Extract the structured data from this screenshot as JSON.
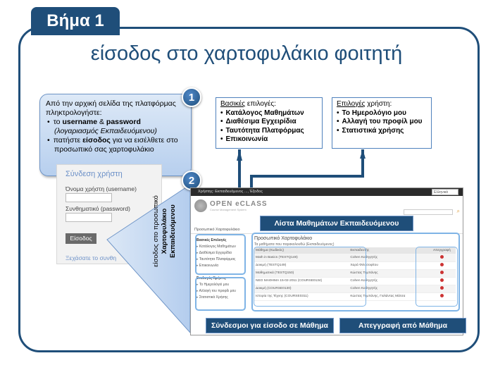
{
  "step_label": "Βήμα 1",
  "title": "είσοδος στο χαρτοφυλάκιο φοιτητή",
  "callout": {
    "line1": "Από την αρχική σελίδα της πλατφόρμας πληκτρολογήστε:",
    "item1_pre": "το ",
    "item1_b1": "username",
    "item1_mid": " & ",
    "item1_b2": "password",
    "item1_note": "(λογαριασμός Εκπαιδευόμενου)",
    "item2_pre": "πατήστε ",
    "item2_b": "είσοδος",
    "item2_post": " για να εισέλθετε στο προσωπικό σας χαρτοφυλάκιο"
  },
  "badges": {
    "one": "1",
    "two": "2"
  },
  "login": {
    "title": "Σύνδεση χρήστη",
    "username_label": "Όνομα χρήστη (username)",
    "password_label": "Συνθηματικό (password)",
    "button": "Είσοδος",
    "forgot": "Ξεχάσατε το συνθη"
  },
  "vertical_caption": {
    "line1": "είσοδος στο προσωπικό",
    "line2": "Χαρτοφυλάκιο",
    "line3": "Εκπαιδευόμενου"
  },
  "basic_options": {
    "heading_u": "Βασικές",
    "heading_rest": " επιλογές:",
    "items": [
      "Κατάλογος Μαθημάτων",
      "Διαθέσιμα Εγχειρίδια",
      "Ταυτότητα Πλατφόρμας",
      "Επικοινωνία"
    ]
  },
  "user_options": {
    "heading_u": "Επιλογές",
    "heading_rest": " χρήστη:",
    "items": [
      "Το Ημερολόγιο μου",
      "Αλλαγή του προφίλ μου",
      "Στατιστικά χρήσης"
    ]
  },
  "screenshot": {
    "topbar": "Χρήστης: Εκπαιδευόμενος ..., Έξοδος",
    "language": "Ελληνικά",
    "logo": "OPEN eCLASS",
    "logo_sub": "Course Management System",
    "breadcrumb": "Προσωπικό Χαρτοφυλάκιο",
    "side_basic_title": "Βασικές Επιλογές",
    "side_basic": [
      "Κατάλογος Μαθημάτων",
      "Διαθέσιμα Εγχειρίδια",
      "Ταυτότητα Πλατφόρμας",
      "Επικοινωνία"
    ],
    "side_user_title": "Επιλογές Χρήστη",
    "side_user": [
      "Το Ημερολόγιό μου",
      "Αλλαγή του προφίλ μου",
      "Στατιστικά Χρήσης"
    ],
    "portfolio_title": "Προσωπικό Χαρτοφυλάκιο",
    "portfolio_sub": "Τα μαθήματα που παρακολουθώ (Εκπαιδευόμενος)",
    "columns": [
      "Μάθημα (Κωδικός)",
      "Εκπαιδευτής",
      "Απεγγραφή"
    ],
    "rows": [
      [
        "Math in Basics (TESTQ148)",
        "Cohen Καθηγητής"
      ],
      [
        "Δοκιμή (TESTQ149)",
        "Χαρά Φιλοσοφίτου"
      ],
      [
        "Μαθηματικά (TESTQ150)",
        "Κώστας Τομπάνης"
      ],
      [
        "ΝΕΟ ΜΑΘΗΜΑ 15-02-2011 (COURSE0134)",
        "Cohen Καθηγητής"
      ],
      [
        "Δοκιμή (COURSE0130)",
        "Cohen Καθηγητής"
      ],
      [
        "Ιστορία της Τέχνης (COURSE0311)",
        "Κώστας Τομπάνης, Γιολάντας Μάτσα"
      ]
    ]
  },
  "labels": {
    "course_list": "Λίστα Μαθημάτων Εκπαιδευόμενου",
    "course_links": "Σύνδεσμοι για είσοδο σε Μάθημα",
    "unregister": "Απεγγραφή από Μάθημα"
  },
  "colors": {
    "primary": "#1f4e79",
    "highlight": "#7fb4e6",
    "remove": "#cc3333"
  }
}
